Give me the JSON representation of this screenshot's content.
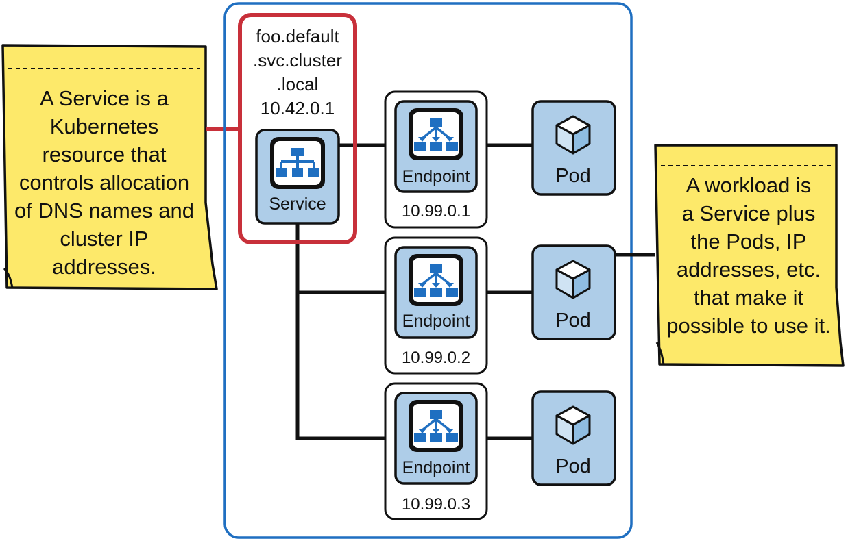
{
  "left_note": {
    "lines": [
      "A Service is a",
      "Kubernetes",
      "resource that",
      "controls allocation",
      "of DNS names and",
      "cluster IP",
      "addresses."
    ]
  },
  "right_note": {
    "lines": [
      "A workload is",
      "a Service plus",
      "the Pods, IP",
      "addresses, etc.",
      "that make it",
      "possible to use it."
    ]
  },
  "service": {
    "dns_lines": [
      "foo.default",
      ".svc.cluster",
      ".local"
    ],
    "cluster_ip": "10.42.0.1",
    "label": "Service"
  },
  "endpoints": [
    {
      "label": "Endpoint",
      "ip": "10.99.0.1"
    },
    {
      "label": "Endpoint",
      "ip": "10.99.0.2"
    },
    {
      "label": "Endpoint",
      "ip": "10.99.0.3"
    }
  ],
  "pods": [
    {
      "label": "Pod"
    },
    {
      "label": "Pod"
    },
    {
      "label": "Pod"
    }
  ],
  "colors": {
    "workload_border": "#1f6fc1",
    "service_highlight": "#c8303a",
    "node_fill": "#aecde8",
    "icon_blue": "#1f6fc1",
    "note_fill": "#fde96a",
    "line": "#111111"
  }
}
